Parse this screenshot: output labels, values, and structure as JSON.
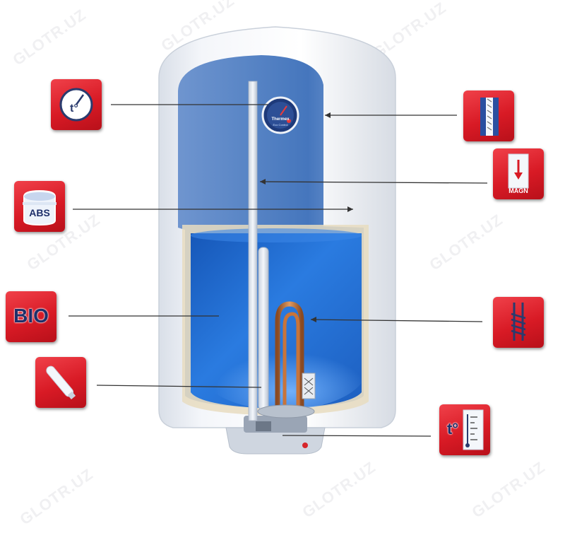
{
  "watermark": "GLOTR.UZ",
  "heater": {
    "brand": "Thermex",
    "model": "Eco Control"
  },
  "badges": {
    "abs": "ABS",
    "bio": "BIO",
    "thermometer": "t°",
    "magnesium": "MAGN"
  },
  "colors": {
    "badge_red": "#d81a25",
    "tank_blue": "#2b6fc9",
    "water_blue": "#1f74d8",
    "copper": "#c8743a"
  },
  "icons": [
    "thermometer-dial-icon",
    "abs-tank-icon",
    "bio-text-icon",
    "anode-rod-icon",
    "insulation-layer-icon",
    "magnesium-anode-icon",
    "heating-element-icon",
    "thermostat-scale-icon"
  ]
}
